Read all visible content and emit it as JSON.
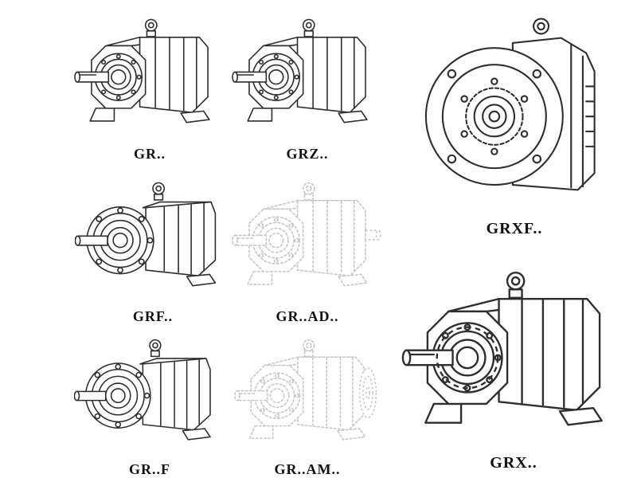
{
  "page": {
    "background": "#ffffff",
    "line_color": "#2e2e2e",
    "phantom_line_color": "#c6c6c6",
    "description": "Catalog sheet of GR-series helical gear reducer mounting variants, isometric technical line drawings"
  },
  "figures": [
    {
      "label": "GR..",
      "style": "solid",
      "drawing": "foot-mounted gear reducer, input shaft left"
    },
    {
      "label": "GRZ..",
      "style": "solid",
      "drawing": "foot-mounted gear reducer, input shaft left"
    },
    {
      "label": "GRXF..",
      "style": "solid",
      "drawing": "flange-mounted gear reducer, large front bolt flange"
    },
    {
      "label": "GRF..",
      "style": "solid",
      "drawing": "flange gear reducer with round front flange"
    },
    {
      "label": "GR..AD..",
      "style": "phantom",
      "drawing": "gear reducer with input adapter, phantom lines"
    },
    {
      "label": "GR..F",
      "style": "solid",
      "drawing": "foot and flange mounted gear reducer"
    },
    {
      "label": "GR..AM..",
      "style": "phantom",
      "drawing": "gear reducer with motor adapter flange, phantom lines"
    },
    {
      "label": "GRX..",
      "style": "solid",
      "drawing": "large foot-mounted gear reducer with finned hub"
    }
  ]
}
